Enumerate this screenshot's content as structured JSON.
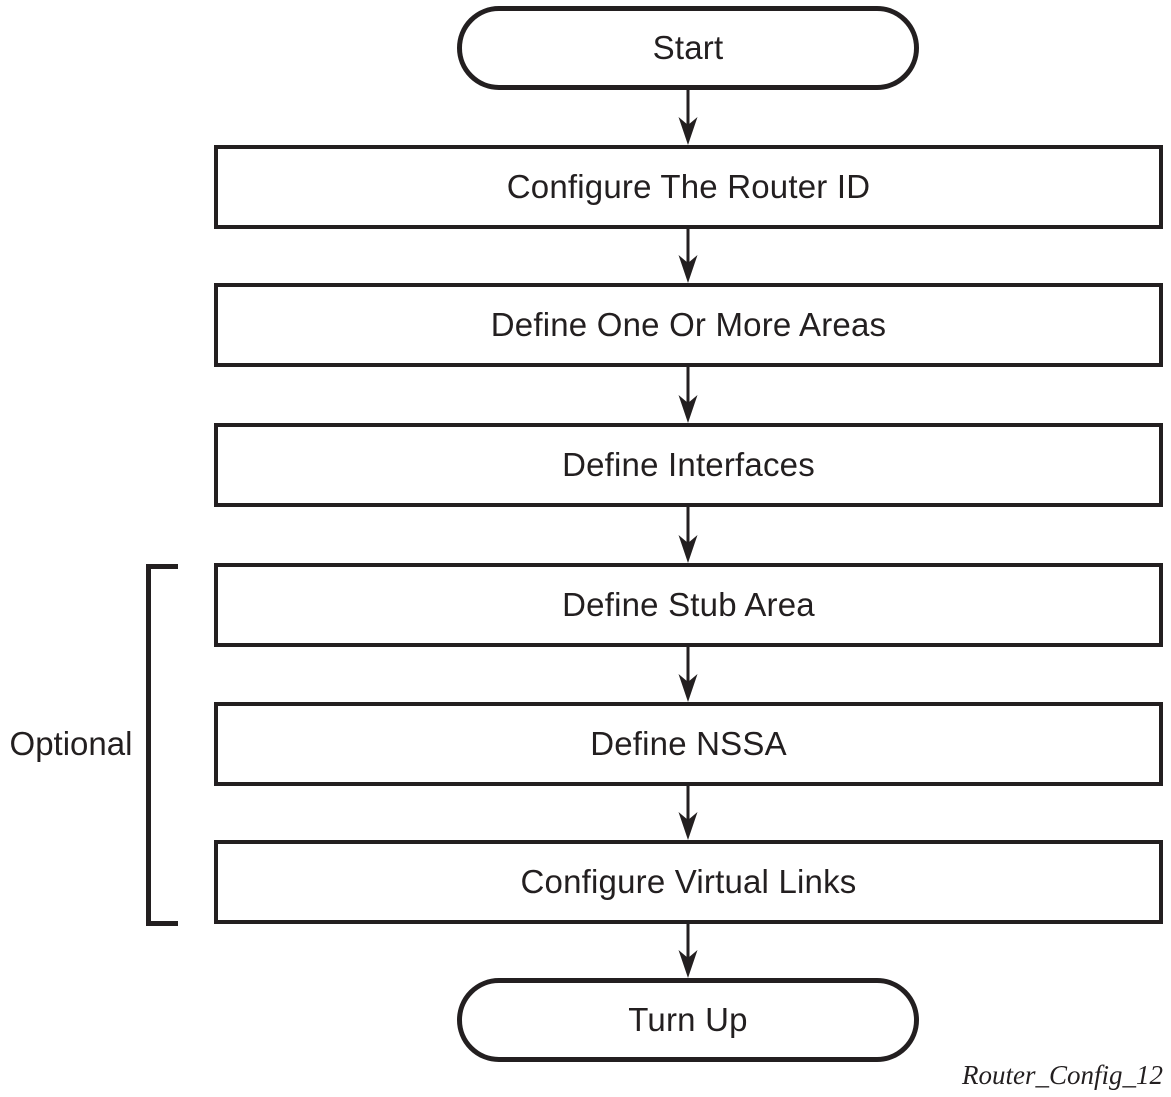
{
  "diagram": {
    "nodes": [
      {
        "id": "start",
        "label": "Start",
        "shape": "stadium"
      },
      {
        "id": "configure-router-id",
        "label": "Configure The Router ID",
        "shape": "rect"
      },
      {
        "id": "define-areas",
        "label": "Define One Or More Areas",
        "shape": "rect"
      },
      {
        "id": "define-interfaces",
        "label": "Define Interfaces",
        "shape": "rect"
      },
      {
        "id": "define-stub-area",
        "label": "Define Stub Area",
        "shape": "rect",
        "optional": true
      },
      {
        "id": "define-nssa",
        "label": "Define NSSA",
        "shape": "rect",
        "optional": true
      },
      {
        "id": "configure-virtual-links",
        "label": "Configure Virtual Links",
        "shape": "rect",
        "optional": true
      },
      {
        "id": "turn-up",
        "label": "Turn Up",
        "shape": "stadium"
      }
    ],
    "optional_label": "Optional",
    "caption": "Router_Config_12",
    "colors": {
      "stroke": "#231f20",
      "background": "#ffffff"
    }
  }
}
